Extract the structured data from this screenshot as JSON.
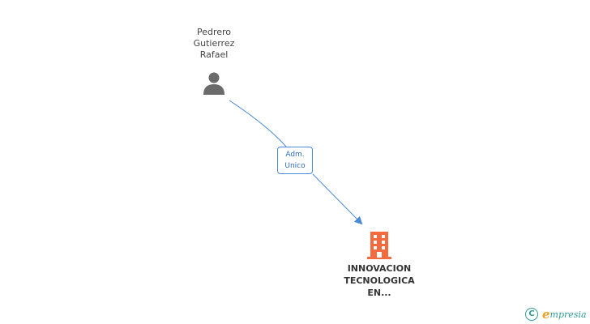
{
  "person": {
    "name_lines": [
      "Pedrero",
      "Gutierrez",
      "Rafael"
    ],
    "icon": "person-icon"
  },
  "relation": {
    "role_lines": [
      "Adm.",
      "Unico"
    ],
    "line_color": "#4a8bd6"
  },
  "company": {
    "name_lines": [
      "INNOVACION",
      "TECNOLOGICA",
      "EN..."
    ],
    "icon": "building-icon",
    "icon_color": "#f26a3d"
  },
  "brand": {
    "copyright_symbol": "C",
    "logo_initial": "e",
    "logo_rest": "mpresia"
  }
}
